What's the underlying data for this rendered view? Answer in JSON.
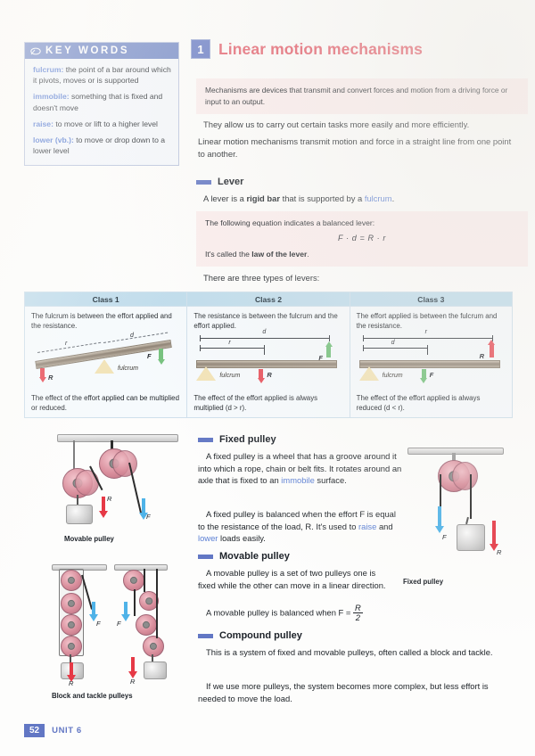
{
  "keywords": {
    "header": "KEY WORDS",
    "icon": "pen-icon",
    "items": [
      {
        "term": "fulcrum:",
        "definition": " the point of a bar around which it pivots, moves or is supported"
      },
      {
        "term": "immobile:",
        "definition": " something that is fixed and doesn't move"
      },
      {
        "term": "raise:",
        "definition": " to move or lift to a higher level"
      },
      {
        "term": "lower (vb.):",
        "definition": " to move or drop down to a lower level"
      }
    ]
  },
  "section": {
    "number": "1",
    "title": "Linear motion mechanisms",
    "intro": "Mechanisms are devices that transmit and convert forces and motion from a driving force or input to an output.",
    "para1": "They allow us to carry out certain tasks more easily and more efficiently.",
    "para2": "Linear motion mechanisms transmit motion and force in a straight line from one point to another."
  },
  "lever": {
    "heading": "Lever",
    "definition_pre": "A lever is a ",
    "definition_bold": "rigid bar",
    "definition_mid": " that is supported by a ",
    "definition_link": "fulcrum",
    "definition_end": ".",
    "equation_intro": "The following equation indicates a balanced lever:",
    "equation": "F · d = R · r",
    "equation_law_pre": "It's called the ",
    "equation_law_bold": "law of the lever",
    "equation_law_end": ".",
    "types_intro": "There are three types of levers:"
  },
  "classes": [
    {
      "header": "Class 1",
      "top": "The fulcrum is between the effort applied and the resistance.",
      "bottom": "The effect of the effort applied can be multiplied or reduced.",
      "fulcrum_label": "fulcrum",
      "labels": {
        "effort": "F",
        "resistance": "R",
        "distance_effort": "d",
        "distance_resistance": "r"
      }
    },
    {
      "header": "Class 2",
      "top": "The resistance is between the fulcrum and the effort applied.",
      "bottom": "The effect of the effort applied is always multiplied (d > r).",
      "fulcrum_label": "fulcrum",
      "labels": {
        "effort": "F",
        "resistance": "R",
        "distance_effort": "d",
        "distance_resistance": "r"
      }
    },
    {
      "header": "Class 3",
      "top": "The effort applied is between the fulcrum and the resistance.",
      "bottom": "The effect of the effort applied is always reduced (d < r).",
      "fulcrum_label": "fulcrum",
      "labels": {
        "effort": "F",
        "resistance": "R",
        "distance_effort": "d",
        "distance_resistance": "r"
      }
    }
  ],
  "fixed_pulley": {
    "heading": "Fixed pulley",
    "para1_a": "A fixed pulley is a wheel that has a groove around it into which a rope, chain or belt fits. It rotates around an axle that is fixed to an ",
    "para1_link": "immobile",
    "para1_b": " surface.",
    "para2_a": "A fixed pulley is balanced when the effort F is equal to the resistance of the load, R. It's used to ",
    "para2_link1": "raise",
    "para2_mid": " and ",
    "para2_link2": "lower",
    "para2_b": " loads easily.",
    "caption": "Fixed pulley"
  },
  "movable_pulley": {
    "heading": "Movable pulley",
    "para1": "A movable pulley is a set of two pulleys one is fixed while the other can move in a linear direction.",
    "para2_pre": "A movable pulley is balanced when F =",
    "formula_num": "R",
    "formula_den": "2",
    "caption": "Movable pulley"
  },
  "compound_pulley": {
    "heading": "Compound pulley",
    "para1": "This is a system of fixed and movable pulleys, often called a block and tackle.",
    "para2": "If we use more pulleys, the system becomes more complex, but less effort is needed to move the load.",
    "caption": "Block and tackle pulleys"
  },
  "diagram_labels": {
    "force_effort": "F",
    "force_resistance": "R"
  },
  "footer": {
    "page_number": "52",
    "unit": "UNIT 6"
  },
  "colors": {
    "heading_red": "#e4606d",
    "accent_blue": "#6277c4",
    "link_blue": "#5b7fd4",
    "table_header": "#bfdcec",
    "tint_pink": "#fbeeee",
    "arrow_red": "#e63946",
    "arrow_blue": "#4fb3e8",
    "arrow_green": "#74c17c"
  }
}
